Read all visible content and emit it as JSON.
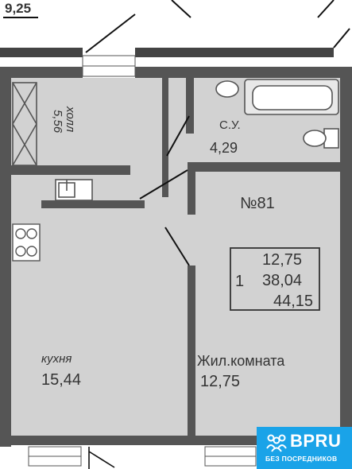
{
  "dimension_label": "9,25",
  "apartment_number": "№81",
  "rooms": {
    "hall": {
      "name": "холл",
      "area": "5,56"
    },
    "bathroom": {
      "name": "С.У.",
      "area": "4,29"
    },
    "kitchen": {
      "name": "кухня",
      "area": "15,44"
    },
    "living_room": {
      "name": "Жил.комната",
      "area": "12,75"
    }
  },
  "summary": {
    "room_count": "1",
    "living_area": "12,75",
    "total_area_a": "38,04",
    "total_area_b": "44,15"
  },
  "watermark": {
    "brand": "BPRU",
    "tagline": "БЕЗ ПОСРЕДНИКОВ",
    "icon": "people-icon",
    "color": "#1aa3e8"
  }
}
